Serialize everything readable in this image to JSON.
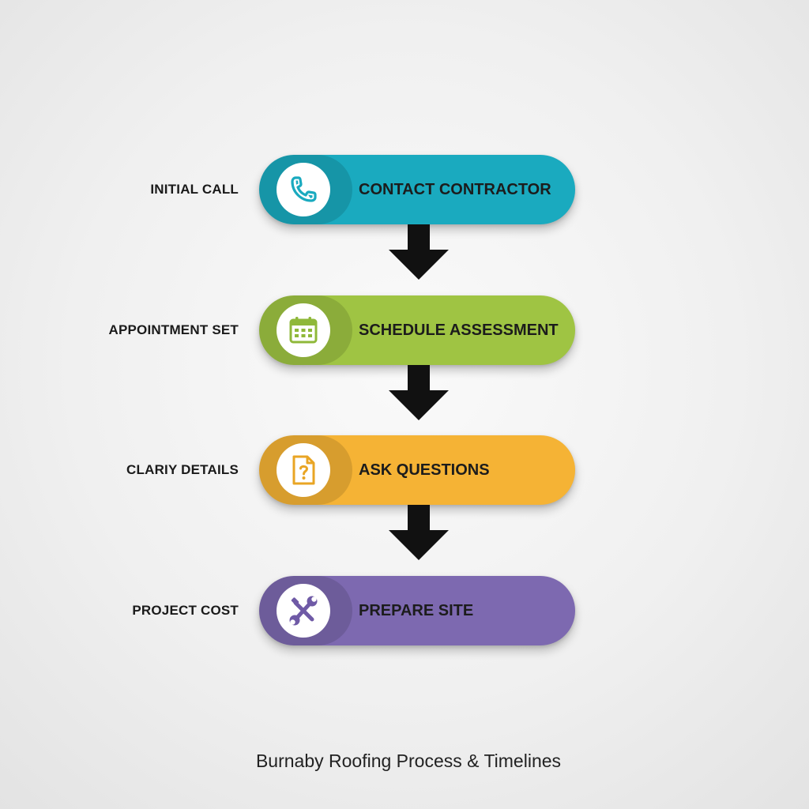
{
  "steps": [
    {
      "side_label": "INITIAL CALL",
      "title": "CONTACT CONTRACTOR",
      "color": "#1aaabf",
      "icon": "phone-icon",
      "icon_color": "#1aaabf"
    },
    {
      "side_label": "APPOINTMENT SET",
      "title": "SCHEDULE ASSESSMENT",
      "color": "#9fc443",
      "icon": "calendar-icon",
      "icon_color": "#8fb83a"
    },
    {
      "side_label": "CLARIY DETAILS",
      "title": "ASK QUESTIONS",
      "color": "#f5b335",
      "icon": "document-question-icon",
      "icon_color": "#e9a524"
    },
    {
      "side_label": "PROJECT COST",
      "title": "PREPARE SITE",
      "color": "#7d69b0",
      "icon": "tools-icon",
      "icon_color": "#6f5aa6"
    }
  ],
  "arrow_color": "#111111",
  "caption": "Burnaby Roofing Process & Timelines"
}
